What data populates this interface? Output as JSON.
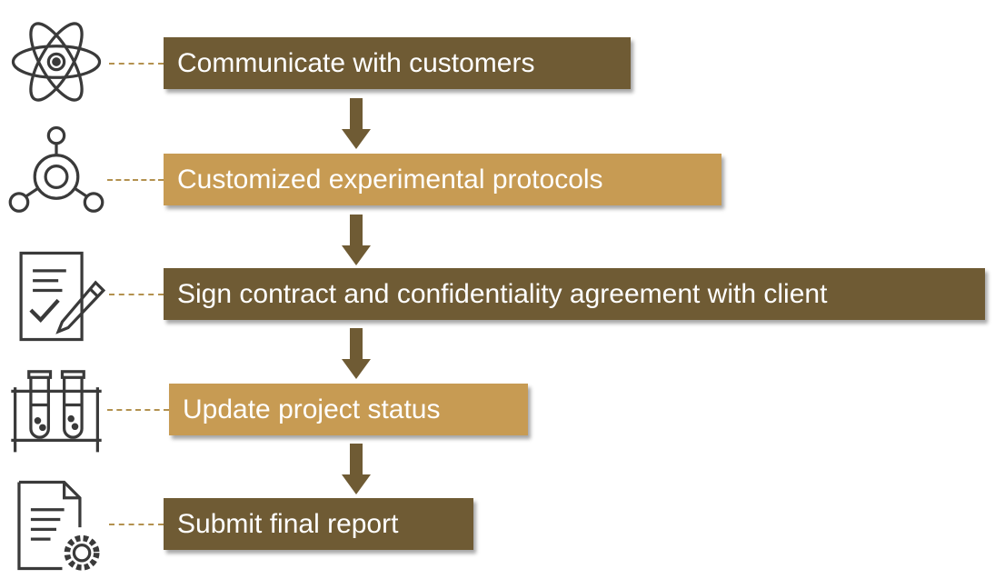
{
  "steps": [
    {
      "label": "Communicate with customers",
      "icon": "atom-icon",
      "color": "#6f5b34"
    },
    {
      "label": "Customized experimental protocols",
      "icon": "molecule-icon",
      "color": "#c79b53"
    },
    {
      "label": "Sign contract and confidentiality agreement with client",
      "icon": "signed-document-icon",
      "color": "#6f5b34"
    },
    {
      "label": "Update project status",
      "icon": "test-tubes-icon",
      "color": "#c79b53"
    },
    {
      "label": "Submit final report",
      "icon": "document-gear-icon",
      "color": "#6f5b34"
    }
  ],
  "colors": {
    "dark": "#6f5b34",
    "light": "#c79b53",
    "connector": "#b3914f",
    "icon_stroke": "#3a3a3a"
  }
}
